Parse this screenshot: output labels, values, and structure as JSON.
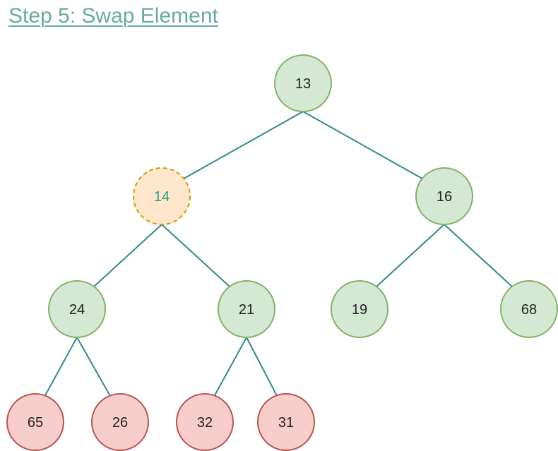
{
  "title": "Step 5: Swap Element",
  "colors": {
    "title": "#67AB9F",
    "edge": "#2E8B8B",
    "green_fill": "#D5E8D4",
    "green_stroke": "#82B366",
    "red_fill": "#F8CECC",
    "red_stroke": "#B85450",
    "orange_fill": "#FFE6CC",
    "orange_stroke": "#D79B00",
    "highlight_text": "#1BA37E",
    "text": "#222222"
  },
  "nodes": [
    {
      "id": "n13",
      "label": "13",
      "style": "green"
    },
    {
      "id": "n14",
      "label": "14",
      "style": "highlight"
    },
    {
      "id": "n16",
      "label": "16",
      "style": "green"
    },
    {
      "id": "n24",
      "label": "24",
      "style": "green"
    },
    {
      "id": "n21",
      "label": "21",
      "style": "green"
    },
    {
      "id": "n19",
      "label": "19",
      "style": "green"
    },
    {
      "id": "n68",
      "label": "68",
      "style": "green"
    },
    {
      "id": "n65",
      "label": "65",
      "style": "red"
    },
    {
      "id": "n26",
      "label": "26",
      "style": "red"
    },
    {
      "id": "n32",
      "label": "32",
      "style": "red"
    },
    {
      "id": "n31",
      "label": "31",
      "style": "red"
    }
  ],
  "edges": [
    {
      "from": "n13",
      "to": "n14"
    },
    {
      "from": "n13",
      "to": "n16"
    },
    {
      "from": "n14",
      "to": "n24"
    },
    {
      "from": "n14",
      "to": "n21"
    },
    {
      "from": "n16",
      "to": "n19"
    },
    {
      "from": "n16",
      "to": "n68"
    },
    {
      "from": "n24",
      "to": "n65"
    },
    {
      "from": "n24",
      "to": "n26"
    },
    {
      "from": "n21",
      "to": "n32"
    },
    {
      "from": "n21",
      "to": "n31"
    }
  ]
}
